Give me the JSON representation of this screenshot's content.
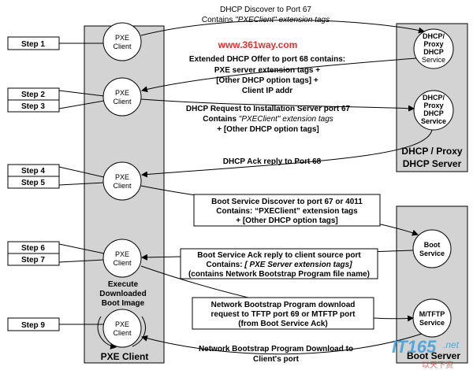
{
  "client_column": {
    "label": "PXE Client"
  },
  "dhcp_server": {
    "label_line1": "DHCP / Proxy",
    "label_line2": "DHCP Server"
  },
  "boot_server": {
    "label": "Boot Server"
  },
  "watermark": {
    "url": "www.361way.com",
    "logo_text": "IT165",
    "logo_suffix": ".net",
    "logo_cn": "以天下资"
  },
  "nodes": {
    "pxe1": [
      "PXE",
      "Client"
    ],
    "pxe2": [
      "PXE",
      "Client"
    ],
    "pxe3": [
      "PXE",
      "Client"
    ],
    "pxe4": [
      "PXE",
      "Client"
    ],
    "pxe5": [
      "PXE",
      "Client"
    ],
    "dhcp1": [
      "DHCP/",
      "Proxy",
      "DHCP",
      "Service"
    ],
    "dhcp2": [
      "DHCP/",
      "Proxy",
      "DHCP",
      "Service"
    ],
    "boot": [
      "Boot",
      "Service"
    ],
    "mtftp": [
      "M/TFTP",
      "Service"
    ]
  },
  "steps": {
    "s1": "Step 1",
    "s2": "Step 2",
    "s3": "Step 3",
    "s4": "Step 4",
    "s5": "Step 5",
    "s6": "Step 6",
    "s7": "Step 7",
    "s9": "Step 9"
  },
  "execute": [
    "Execute",
    "Downloaded",
    "Boot Image"
  ],
  "messages": {
    "m1": {
      "l1": "DHCP Discover to Port 67",
      "l2a": "Contains ",
      "l2b": "\"PXEClient\"",
      "l2c": " extension tags"
    },
    "m2": {
      "l1": "Extended DHCP Offer to port 68 contains:",
      "l2": "PXE server extension tags +",
      "l3": "[Other DHCP option tags] +",
      "l4": "Client IP addr"
    },
    "m3": {
      "l1": "DHCP Request to Installation Server port 67",
      "l2a": "Contains ",
      "l2b": "\"PXEClient\"",
      "l2c": " extension tags",
      "l3": "+ [Other DHCP option tags]"
    },
    "m4": {
      "l1": "DHCP Ack reply to Port 68"
    },
    "m5": {
      "l1": "Boot Service Discover to port 67 or 4011",
      "l2": "Contains: “PXEClient” extension tags",
      "l3": "+ [Other DHCP option tags]"
    },
    "m6": {
      "l1": "Boot Service Ack reply to client source port",
      "l2a": "Contains: ",
      "l2b": "[ PXE Server extension tags]",
      "l3": "(contains Network Bootstrap Program file name)"
    },
    "m7": {
      "l1": "Network Bootstrap Program download",
      "l2": "request to TFTP port 69 or MTFTP port",
      "l3": "(from Boot Service Ack)"
    },
    "m8": {
      "l1": "Network Bootstrap Program Download to",
      "l2": "Client's port"
    }
  }
}
